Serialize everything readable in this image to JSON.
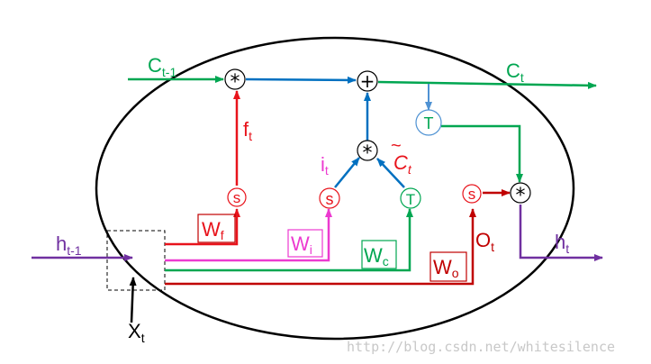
{
  "colors": {
    "cell_line": "#00a651",
    "hidden_line": "#7030a0",
    "forget": "#e8131b",
    "input": "#ec3ad0",
    "candidate": "#00a651",
    "output": "#c00000",
    "blue": "#0070c0",
    "light_blue": "#4f92d3"
  },
  "labels": {
    "c_prev": {
      "main": "C",
      "sub": "t-1"
    },
    "c_t": {
      "main": "C",
      "sub": "t"
    },
    "f_t": {
      "main": "f",
      "sub": "t"
    },
    "i_t": {
      "main": "i",
      "sub": "t"
    },
    "c_tilde": {
      "tilde": "~",
      "main": "C",
      "sub": "t"
    },
    "h_prev": {
      "main": "h",
      "sub": "t-1"
    },
    "h_t": {
      "main": "h",
      "sub": "t"
    },
    "x_t": {
      "main": "X",
      "sub": "t"
    },
    "o_t": {
      "main": "O",
      "sub": "t"
    },
    "w_f": {
      "main": "W",
      "sub": "f"
    },
    "w_i": {
      "main": "W",
      "sub": "i"
    },
    "w_c": {
      "main": "W",
      "sub": "c"
    },
    "w_o": {
      "main": "W",
      "sub": "o"
    }
  },
  "nodes": {
    "mul_forget": "*",
    "add": "+",
    "mul_input": "*",
    "mul_output": "*",
    "sigma_f": "s",
    "sigma_i": "s",
    "tanh_c": "T",
    "sigma_o": "s",
    "tanh_out": "T"
  },
  "watermark": "http://blog.csdn.net/whitesilence"
}
